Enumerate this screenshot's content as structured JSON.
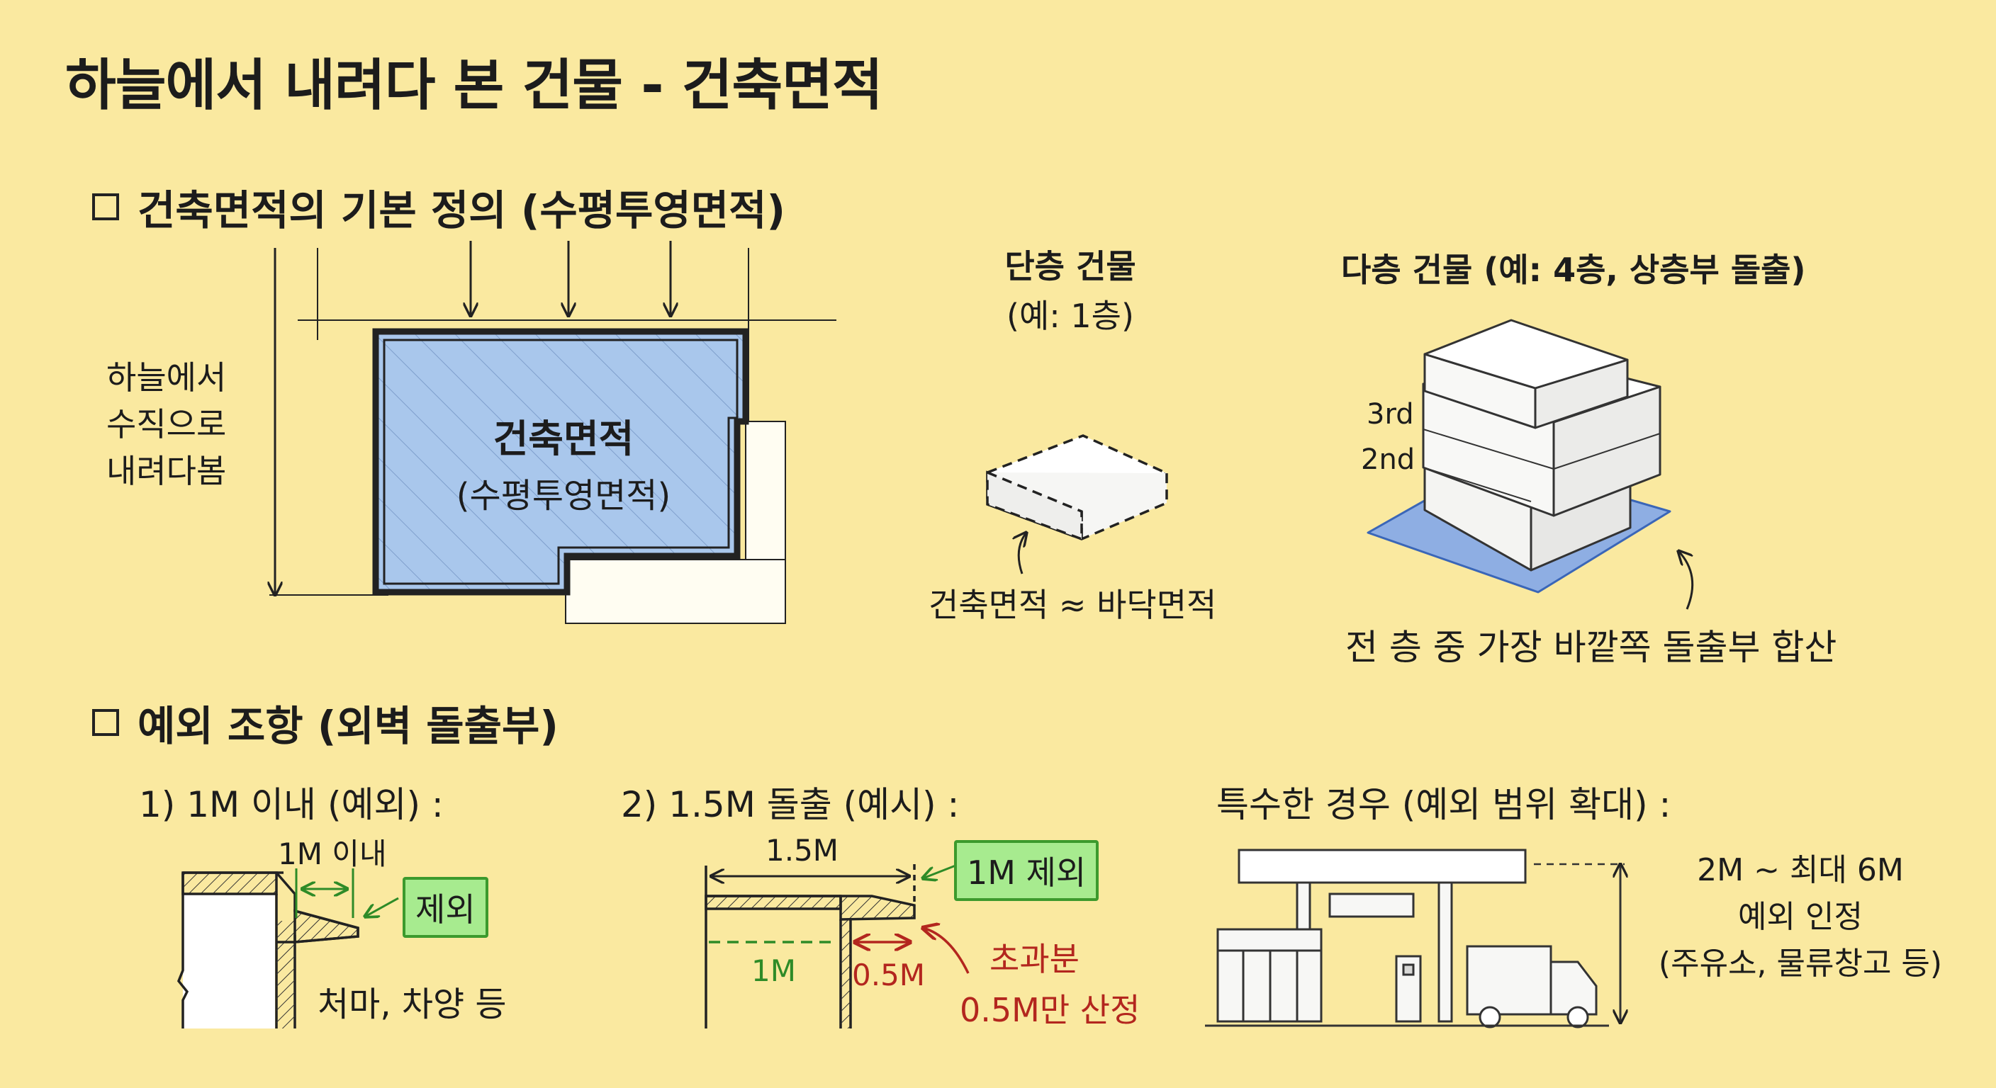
{
  "title": "하늘에서 내려다 본 건물 - 건축면적",
  "section1": {
    "heading": "건축면적의 기본 정의 (수평투영면적)",
    "sky_label": [
      "하늘에서",
      "수직으로",
      "내려다봄"
    ],
    "area_label": "건축면적",
    "area_sub": "(수평투영면적)",
    "single": {
      "heading": "단층 건물",
      "sub": "(예: 1층)",
      "caption": "건축면적 ≈ 바닥면적"
    },
    "multi": {
      "heading": "다층 건물 (예: 4층, 상층부 돌출)",
      "floor_3": "3rd",
      "floor_2": "2nd",
      "caption": "전 층 중 가장 바깥쪽 돌출부 합산"
    }
  },
  "section2": {
    "heading": "예외 조항 (외벽 돌출부)",
    "case1": {
      "heading": "1) 1M 이내 (예외) :",
      "dim": "1M 이내",
      "tag": "제외",
      "caption": "처마, 차양 등"
    },
    "case2": {
      "heading": "2) 1.5M 돌출 (예시) :",
      "dim_total": "1.5M",
      "tag": "1M 제외",
      "dim_excluded": "1M",
      "dim_excess": "0.5M",
      "note_line1": "초과분",
      "note_line2": "0.5M만 산정"
    },
    "case3": {
      "heading": "특수한 경우 (예외 범위 확대) :",
      "note": [
        "2M ~ 최대 6M",
        "예외 인정",
        "(주유소, 물류창고 등)"
      ]
    }
  },
  "colors": {
    "background": "#fae9a0",
    "area_fill": "#a9c7ec",
    "tag_green": "#a7eb8f",
    "accent_red": "#b3261e",
    "accent_green": "#2e8b27"
  }
}
